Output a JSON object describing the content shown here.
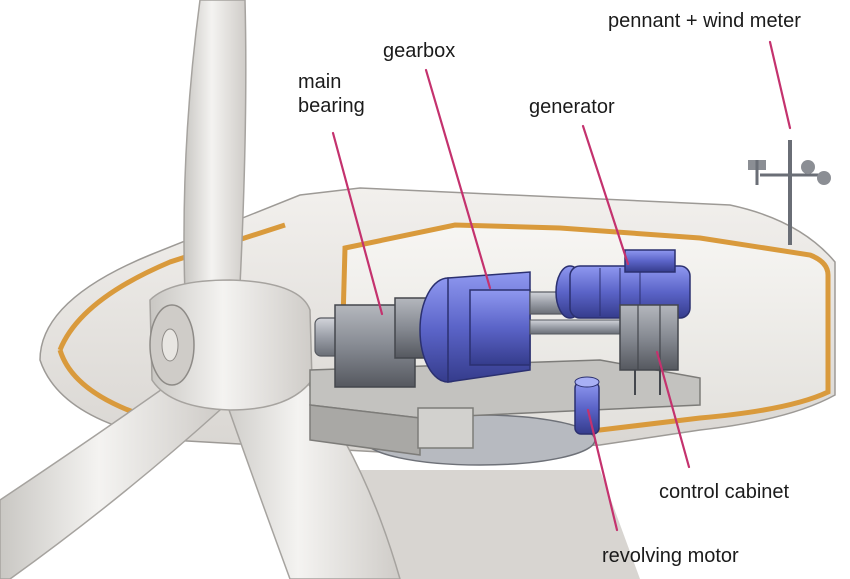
{
  "labels": {
    "main_bearing_line1": "main",
    "main_bearing_line2": "bearing",
    "gearbox": "gearbox",
    "generator": "generator",
    "pennant_wind_meter": "pennant + wind meter",
    "control_cabinet": "control cabinet",
    "revolving_motor": "revolving motor"
  },
  "colors": {
    "leader_line": "#c4326e",
    "blade": "#e6e4e1",
    "nacelle_rim": "#d99a3c",
    "machinery": "#5b64c8",
    "housing": "#8b8e94"
  }
}
